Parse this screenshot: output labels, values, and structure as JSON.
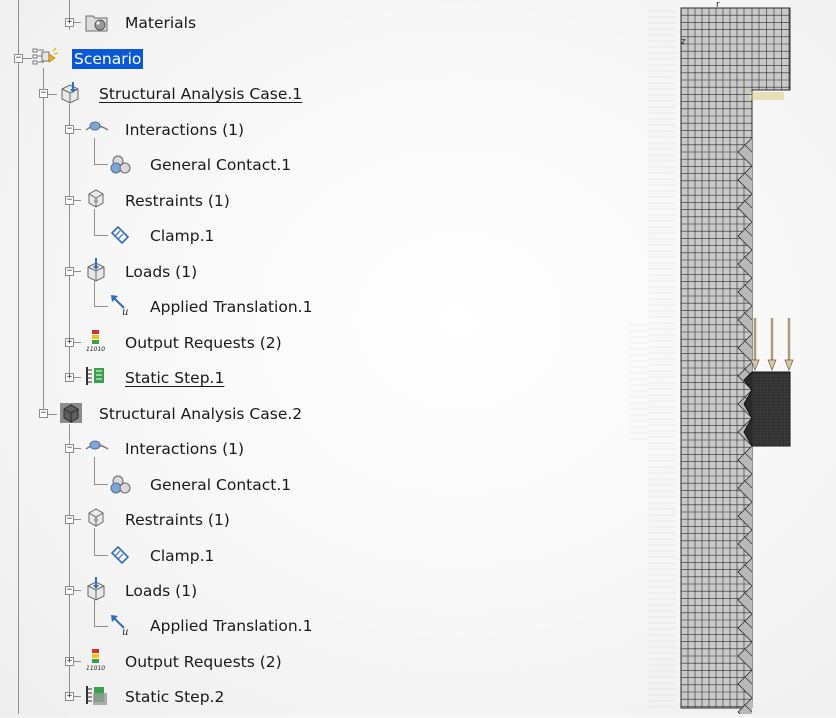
{
  "tree": {
    "materials": "Materials",
    "scenario": "Scenario",
    "cases": [
      {
        "name": "Structural Analysis Case.1",
        "interactions": "Interactions (1)",
        "general_contact": "General Contact.1",
        "restraints": "Restraints (1)",
        "clamp": "Clamp.1",
        "loads": "Loads (1)",
        "applied_translation": "Applied Translation.1",
        "output_requests": "Output Requests (2)",
        "static_step": "Static Step.1"
      },
      {
        "name": "Structural Analysis Case.2",
        "interactions": "Interactions (1)",
        "general_contact": "General Contact.1",
        "restraints": "Restraints (1)",
        "clamp": "Clamp.1",
        "loads": "Loads (1)",
        "applied_translation": "Applied Translation.1",
        "output_requests": "Output Requests (2)",
        "static_step": "Static Step.2"
      }
    ]
  },
  "viewport": {
    "axis_top": "r",
    "axis_side": "z",
    "mesh_color": "#c9c9c9",
    "mesh_line_color": "#2a2a2a",
    "load_arrow_color": "#d8c7a8"
  },
  "theme": {
    "selection_color": "#0a58d6"
  }
}
